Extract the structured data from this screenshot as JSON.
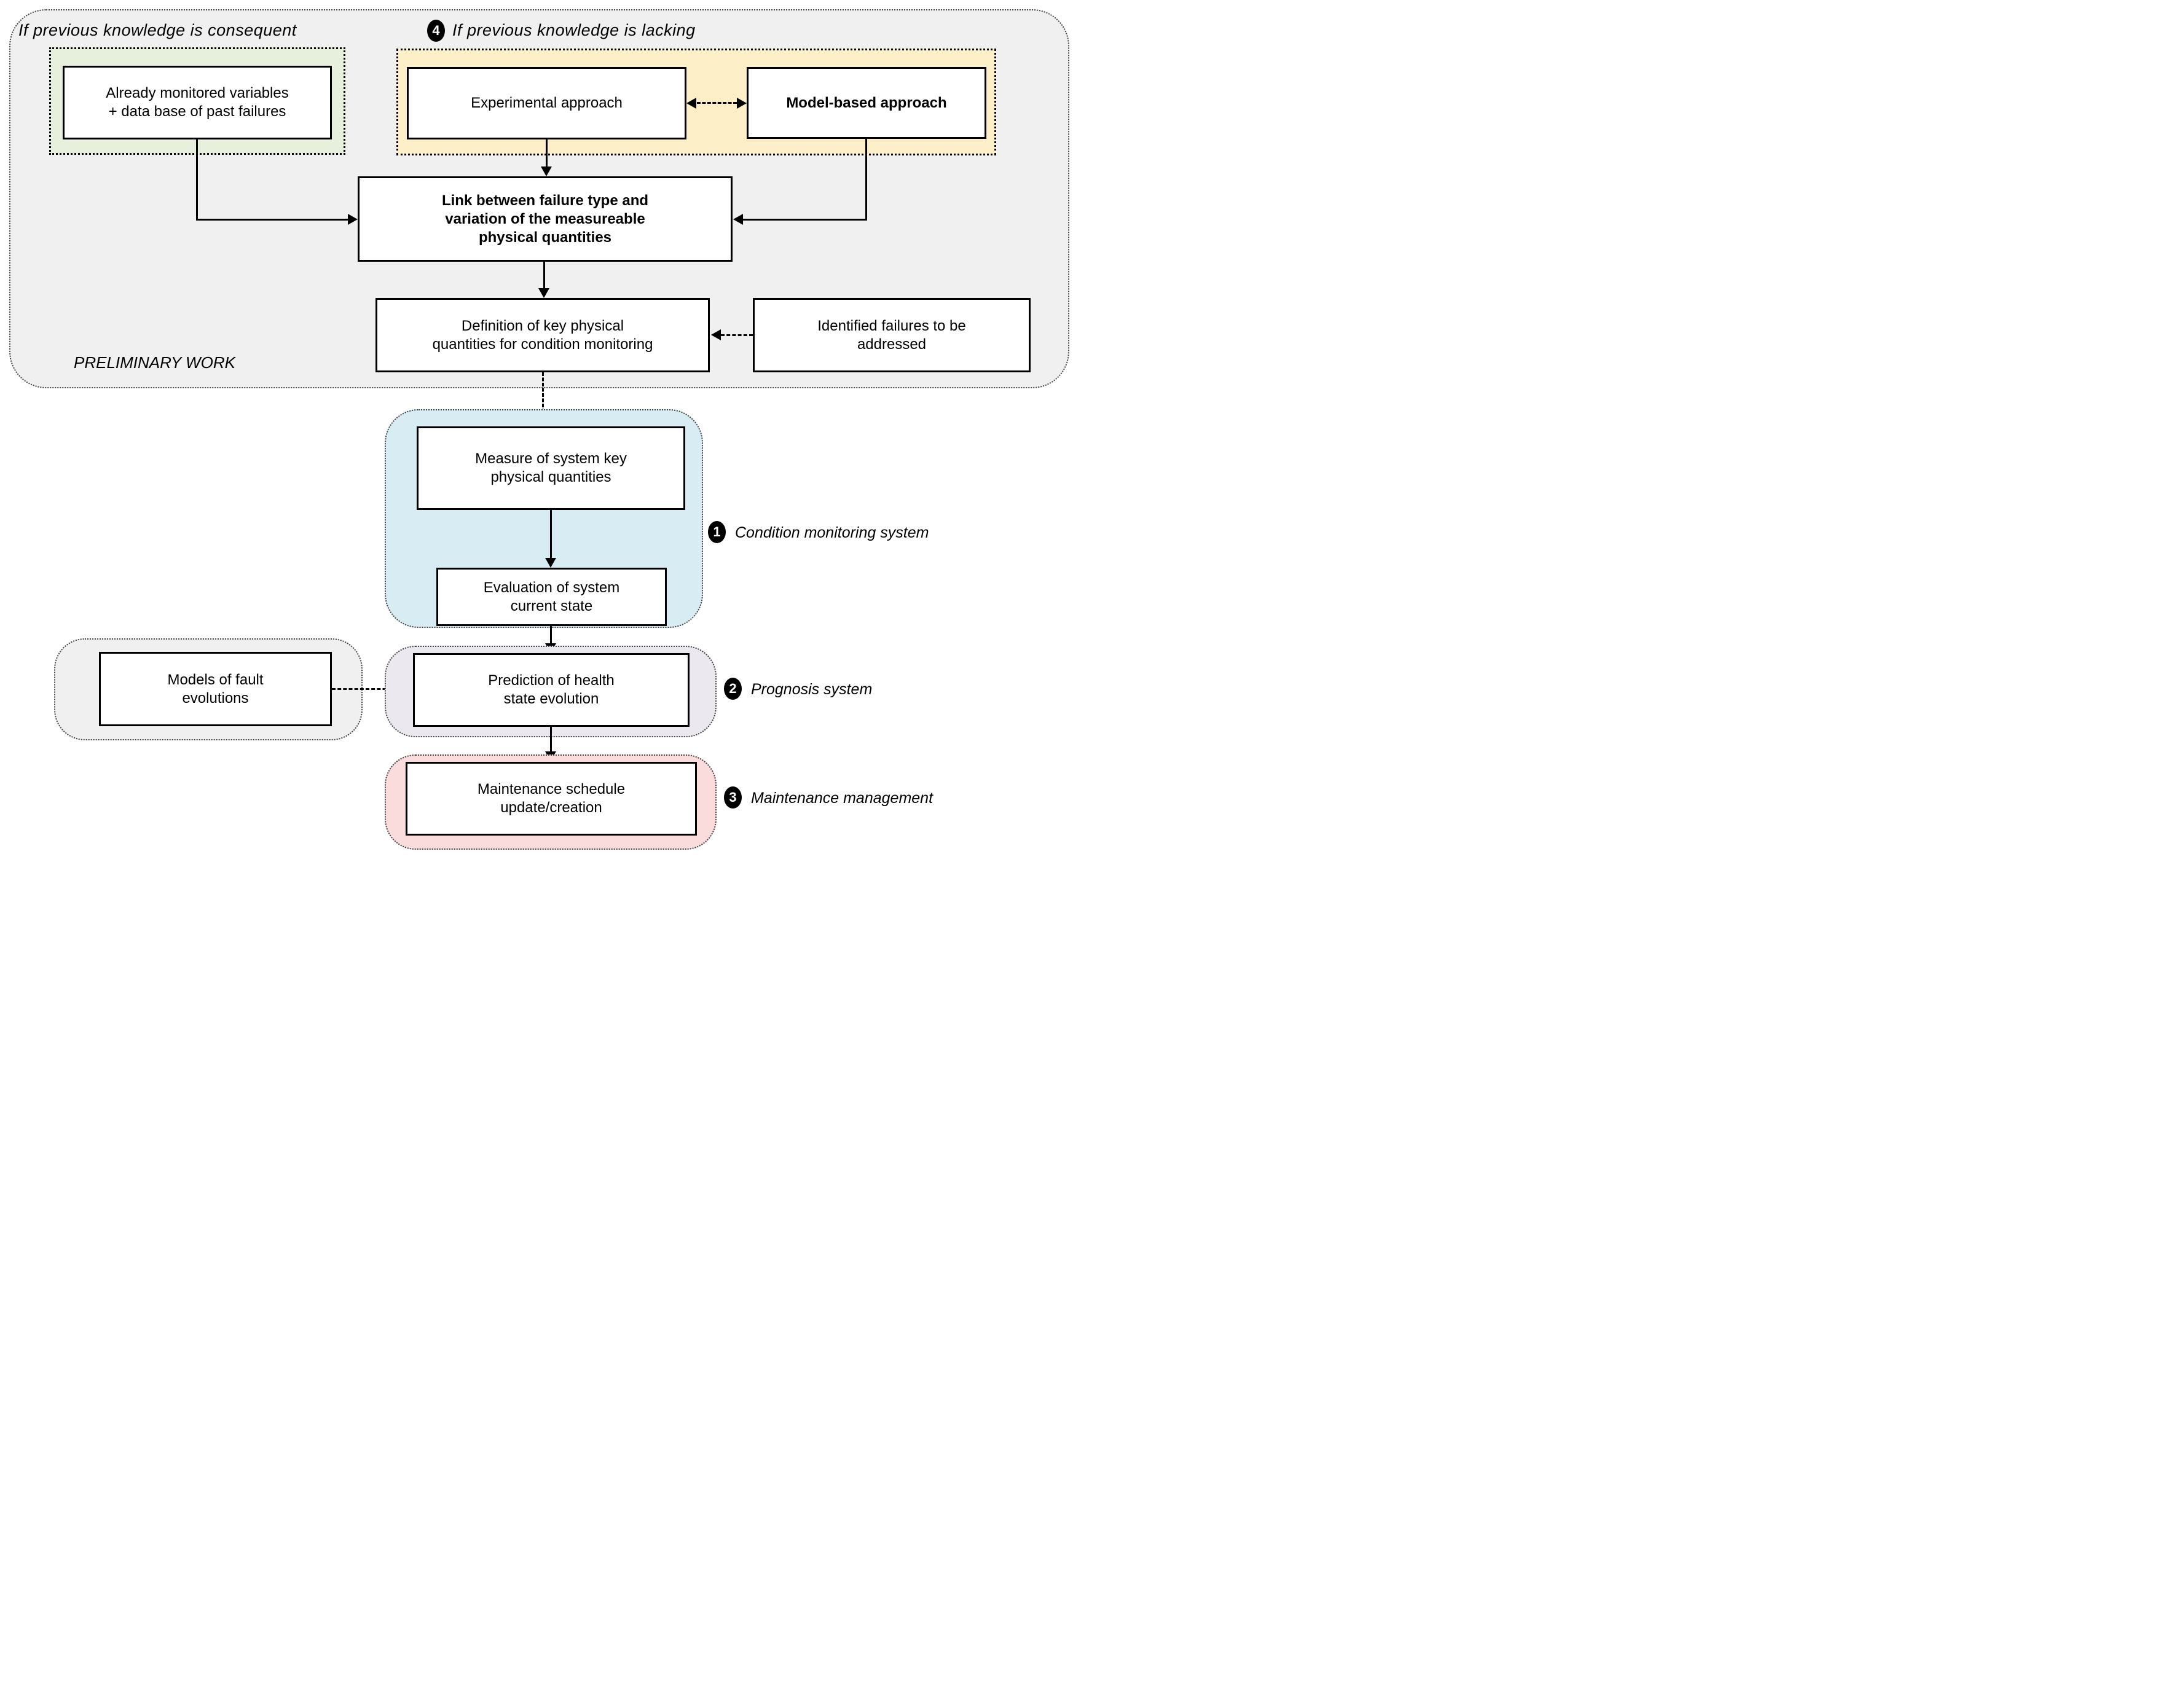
{
  "colors": {
    "container_gray": "#f0f0f0",
    "green": "#e7efdd",
    "yellow": "#fdf0c8",
    "blue": "#d7edf3",
    "lavender": "#ece8f0",
    "pink": "#fadcdc"
  },
  "top": {
    "consequent": "If previous knowledge is consequent",
    "lacking_num": "4",
    "lacking": "If previous knowledge is lacking"
  },
  "preliminary": "PRELIMINARY WORK",
  "boxes": {
    "already1": "Already monitored variables",
    "already2": "+ data base of past failures",
    "experimental": "Experimental approach",
    "model": "Model-based approach",
    "link1": "Link between failure type and",
    "link2": "variation of the measureable",
    "link3": "physical quantities",
    "def1": "Definition of key physical",
    "def2": "quantities for condition monitoring",
    "ident1": "Identified failures to be",
    "ident2": "addressed",
    "measure1": "Measure of system key",
    "measure2": "physical quantities",
    "eval1": "Evaluation of system",
    "eval2": "current state",
    "models1": "Models of fault",
    "models2": "evolutions",
    "pred1": "Prediction of health",
    "pred2": "state evolution",
    "maint1": "Maintenance schedule",
    "maint2": "update/creation"
  },
  "side": {
    "cm_num": "1",
    "cm_label": "Condition monitoring system",
    "prog_num": "2",
    "prog_label": "Prognosis system",
    "mm_num": "3",
    "mm_label": "Maintenance management"
  }
}
